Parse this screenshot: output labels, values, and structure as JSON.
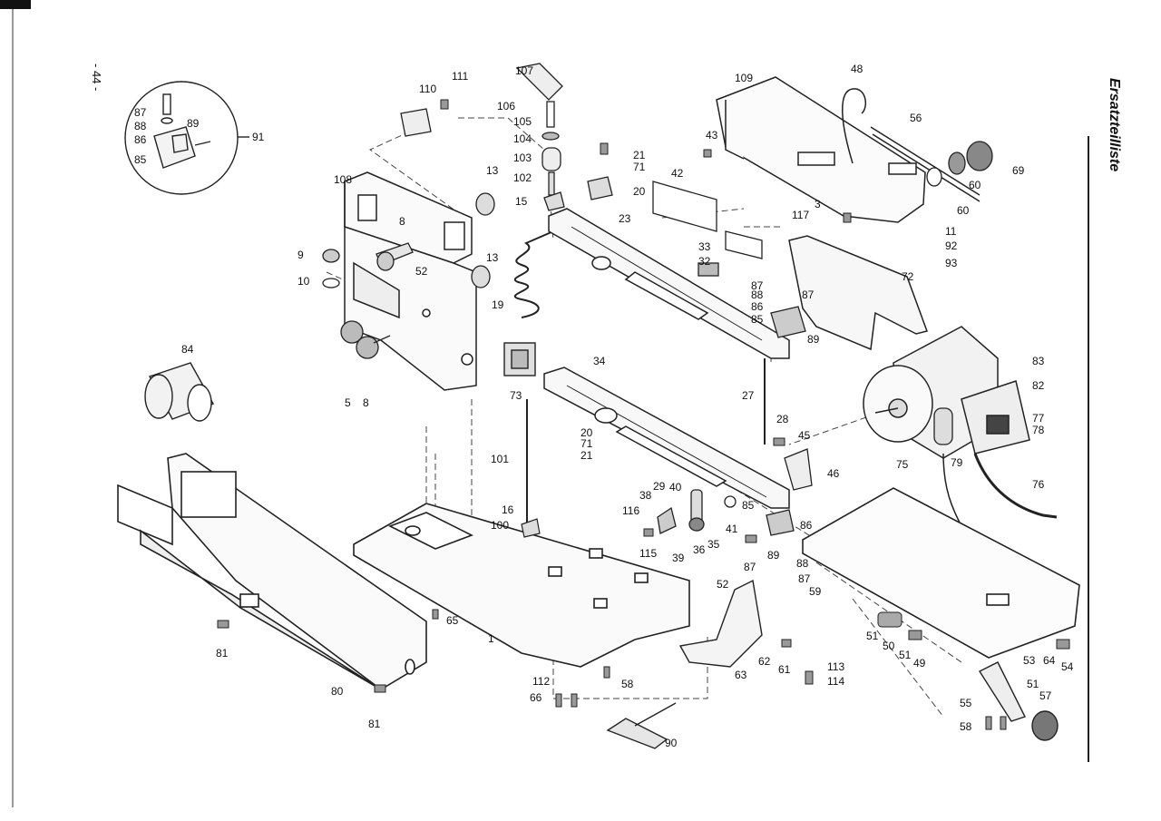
{
  "page_number": "- 44 -",
  "section_title": "Ersatzteilliste",
  "diagram": {
    "kind": "exploded-parts-drawing",
    "part_labels": [
      "111",
      "110",
      "107",
      "106",
      "105",
      "104",
      "103",
      "102",
      "15",
      "21",
      "71",
      "20",
      "109",
      "48",
      "56",
      "43",
      "69",
      "60",
      "60",
      "117",
      "3",
      "11",
      "92",
      "93",
      "72",
      "87",
      "88",
      "89",
      "86",
      "85",
      "91",
      "108",
      "13",
      "8",
      "9",
      "10",
      "52",
      "13",
      "19",
      "42",
      "33",
      "32",
      "87",
      "88",
      "86",
      "85",
      "87",
      "89",
      "23",
      "84",
      "5",
      "8",
      "73",
      "34",
      "27",
      "28",
      "45",
      "46",
      "83",
      "82",
      "77",
      "78",
      "75",
      "79",
      "76",
      "20",
      "71",
      "21",
      "101",
      "16",
      "100",
      "38",
      "116",
      "29",
      "40",
      "115",
      "39",
      "36",
      "35",
      "41",
      "85",
      "86",
      "89",
      "88",
      "87",
      "87",
      "52",
      "59",
      "62",
      "61",
      "63",
      "113",
      "114",
      "80",
      "81",
      "81",
      "65",
      "1",
      "112",
      "66",
      "58",
      "90",
      "51",
      "50",
      "51",
      "49",
      "53",
      "64",
      "54",
      "55",
      "51",
      "57",
      "58"
    ]
  }
}
